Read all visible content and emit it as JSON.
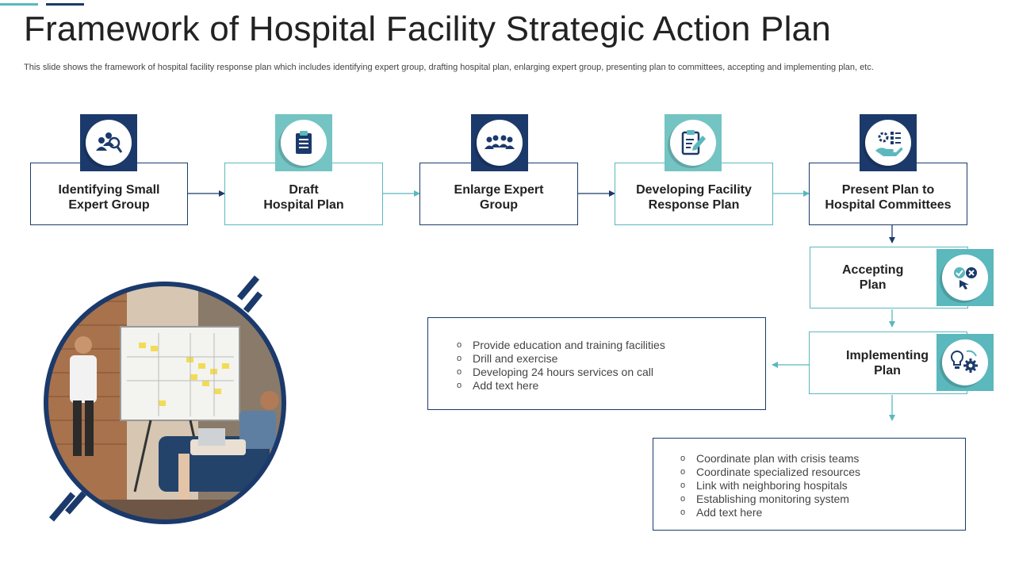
{
  "header": {
    "title": "Framework of Hospital Facility Strategic Action Plan",
    "subtitle": "This slide shows the framework of hospital facility response plan which includes identifying expert group, drafting hospital plan, enlarging expert group, presenting plan to committees, accepting and implementing plan, etc."
  },
  "steps": [
    {
      "label": "Identifying  Small\nExpert Group",
      "icon": "team-search-icon"
    },
    {
      "label": "Draft\nHospital Plan",
      "icon": "clipboard-icon"
    },
    {
      "label": "Enlarge Expert\nGroup",
      "icon": "group-icon"
    },
    {
      "label": "Developing Facility\nResponse Plan",
      "icon": "edit-clipboard-icon"
    },
    {
      "label": "Present Plan to\nHospital Committees",
      "icon": "hand-gear-icon"
    },
    {
      "label": "Accepting\nPlan",
      "icon": "check-cross-icon"
    },
    {
      "label": "Implementing\nPlan",
      "icon": "bulb-gear-icon"
    }
  ],
  "list_education": [
    "Provide education and training facilities",
    "Drill and exercise",
    "Developing 24 hours services on call",
    "Add text here"
  ],
  "list_coordination": [
    "Coordinate plan with crisis teams",
    "Coordinate specialized resources",
    "Link with neighboring hospitals",
    "Establishing monitoring system",
    "Add text here"
  ],
  "colors": {
    "navy": "#1b3a6b",
    "teal": "#5bb8bd"
  }
}
